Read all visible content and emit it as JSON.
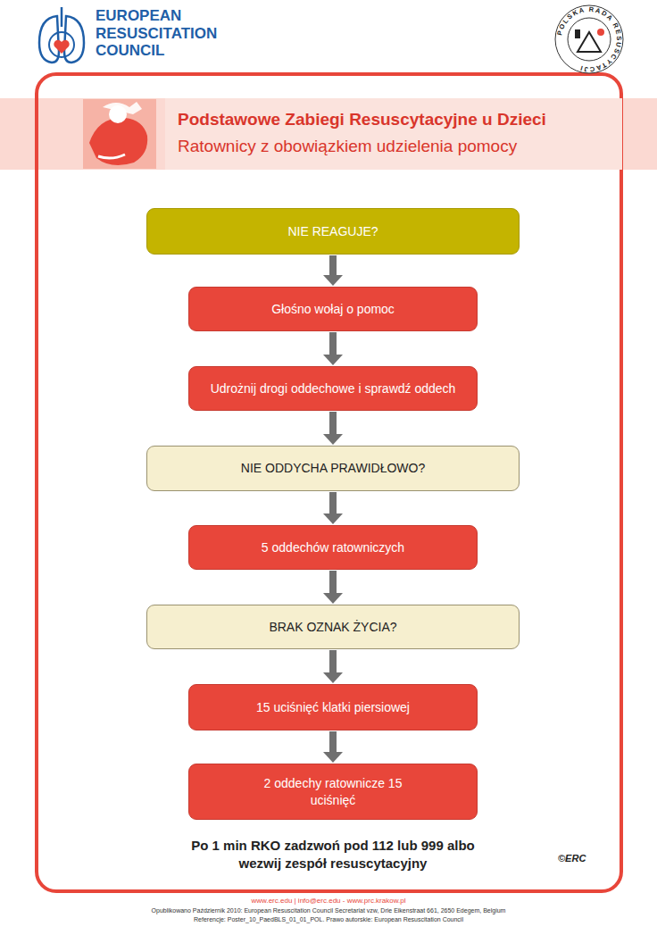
{
  "diagram": {
    "title": "Podstawowe Zabiegi Resuscytacyjne u Dzieci",
    "nodes": [
      {
        "text": [
          "NIE REAGUJE?"
        ]
      },
      {
        "text": [
          "Głośno wołaj o pomoc"
        ]
      },
      {
        "text": [
          "Udrożnij drogi oddechowe i sprawdź oddech"
        ]
      },
      {
        "text": [
          "NIE ODDYCHA PRAWIDŁOWO?"
        ]
      },
      {
        "text": [
          "5 oddechów ratowniczych"
        ]
      },
      {
        "text": [
          "BRAK OZNAK ŻYCIA?"
        ]
      },
      {
        "text": [
          "15 uciśnięć klatki piersiowej"
        ]
      },
      {
        "text": [
          "2 oddechy ratownicze 15 uciśnięć"
        ]
      }
    ],
    "edges": [
      {
        "from": 0,
        "to": 1,
        "arrow": "to"
      },
      {
        "from": 1,
        "to": 2,
        "arrow": "to"
      },
      {
        "from": 2,
        "to": 3,
        "arrow": "to"
      },
      {
        "from": 3,
        "to": 4,
        "arrow": "to"
      },
      {
        "from": 4,
        "to": 5,
        "arrow": "to"
      },
      {
        "from": 5,
        "to": 6,
        "arrow": "to"
      },
      {
        "from": 6,
        "to": 7,
        "arrow": "to"
      }
    ],
    "labels": [
      "EUROPEAN RESUSCITATION COUNCIL",
      "POLSKA RADA RESUSCYTACJI",
      "Ratownicy z obowiązkiem udzielenia pomocy",
      "Po 1 min RKO zadzwoń pod 112 lub 999 albo wezwij zespół resuscytacyjny",
      "©ERC",
      "www.erc.edu | info@erc.edu - www.prc.krakow.pl",
      "Opublikowano Październik 2010: European Resuscitation Council Secretariat vzw, Drie Eikenstraat 661, 2650 Edegem, Belgium",
      "Referencje: Poster_10_PaedBLS_01_01_POL. Prawo autorskie: European Resuscitation Council"
    ]
  }
}
